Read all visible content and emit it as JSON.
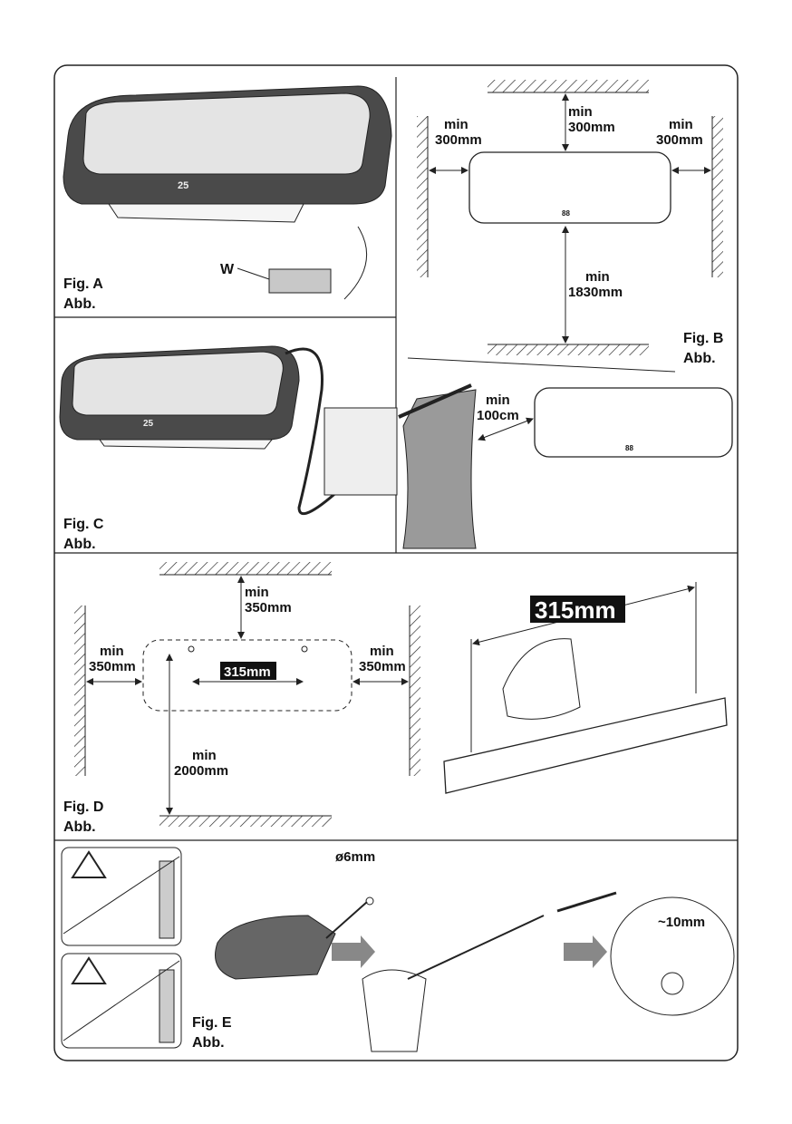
{
  "figures": {
    "a": {
      "label": "Fig. A",
      "sub": "Abb.",
      "part": "W",
      "display": "25"
    },
    "b": {
      "label": "Fig. B",
      "sub": "Abb.",
      "top": [
        "min",
        "300mm"
      ],
      "left": [
        "min",
        "300mm"
      ],
      "right": [
        "min",
        "300mm"
      ],
      "bottom": [
        "min",
        "1830mm"
      ],
      "curtain": [
        "min",
        "100cm"
      ],
      "display": "88"
    },
    "c": {
      "label": "Fig. C",
      "sub": "Abb.",
      "display": "25"
    },
    "d": {
      "label": "Fig. D",
      "sub": "Abb.",
      "top": [
        "min",
        "350mm"
      ],
      "left": [
        "min",
        "350mm"
      ],
      "right": [
        "min",
        "350mm"
      ],
      "bottom": [
        "min",
        "2000mm"
      ],
      "spacing": "315mm",
      "spacing_large": "315mm"
    },
    "e": {
      "label": "Fig. E",
      "sub": "Abb.",
      "drill": "ø6mm",
      "depth": "~10mm"
    }
  },
  "colors": {
    "line": "#222222",
    "heater_dark": "#4a4a4a",
    "heater_light": "#e4e4e4",
    "curtain": "#9a9a9a",
    "arrow": "#888888"
  }
}
